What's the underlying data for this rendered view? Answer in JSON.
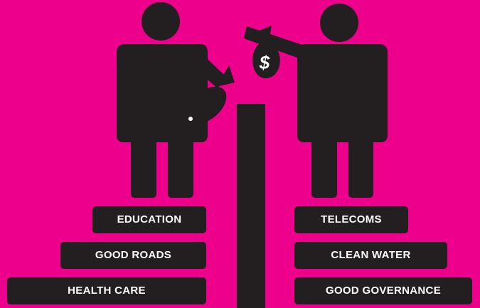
{
  "colors": {
    "background": "#ec008c",
    "figure": "#231f20",
    "label_text": "#ffffff"
  },
  "icons": [
    "person-icon",
    "fish-icon",
    "money-bag-icon"
  ],
  "money_bag": {
    "symbol": "$"
  },
  "left_steps": [
    {
      "label": "EDUCATION"
    },
    {
      "label": "GOOD ROADS"
    },
    {
      "label": "HEALTH CARE"
    }
  ],
  "right_steps": [
    {
      "label": "TELECOMS"
    },
    {
      "label": "CLEAN WATER"
    },
    {
      "label": "GOOD GOVERNANCE"
    }
  ]
}
